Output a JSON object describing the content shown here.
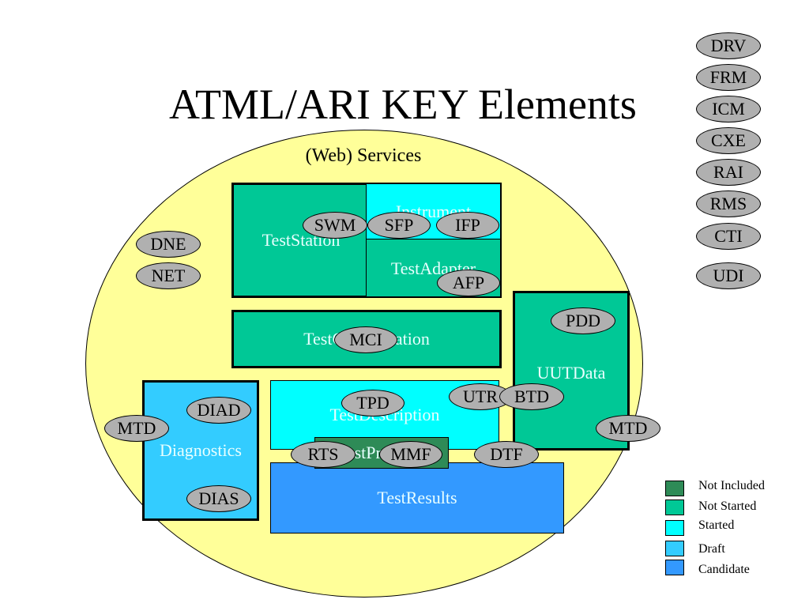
{
  "title": "ATML/ARI KEY Elements",
  "services_label": "(Web) Services",
  "colors": {
    "not_included": "#2e8b57",
    "not_started": "#00c896",
    "started": "#00ffff",
    "draft": "#33ccff",
    "candidate": "#3399ff",
    "ellipse": "#ffff99",
    "oval": "#b0b0b0"
  },
  "boxes": {
    "test_station": "TestStation",
    "instrument": "Instrument",
    "test_adapter": "TestAdapter",
    "test_configuration": "TestConfiguration",
    "uut_data": "UUTData",
    "diagnostics": "Diagnostics",
    "test_description": "TestDescription",
    "test_program": "TestProgram",
    "test_results": "TestResults"
  },
  "ovals": {
    "swm": "SWM",
    "sfp": "SFP",
    "ifp": "IFP",
    "afp": "AFP",
    "dne": "DNE",
    "net": "NET",
    "mci": "MCI",
    "pdd": "PDD",
    "utr": "UTR",
    "btd": "BTD",
    "tpd": "TPD",
    "diad": "DIAD",
    "mtd_left": "MTD",
    "mtd_right": "MTD",
    "rts": "RTS",
    "mmf": "MMF",
    "dtf": "DTF",
    "dias": "DIAS"
  },
  "side_ovals": [
    "DRV",
    "FRM",
    "ICM",
    "CXE",
    "RAI",
    "RMS",
    "CTI",
    "UDI"
  ],
  "legend": [
    {
      "label": "Not Included",
      "color": "#2e8b57"
    },
    {
      "label": "Not Started",
      "color": "#00c896"
    },
    {
      "label": "Started",
      "color": "#00ffff"
    },
    {
      "label": "Draft",
      "color": "#33ccff"
    },
    {
      "label": "Candidate",
      "color": "#3399ff"
    }
  ]
}
